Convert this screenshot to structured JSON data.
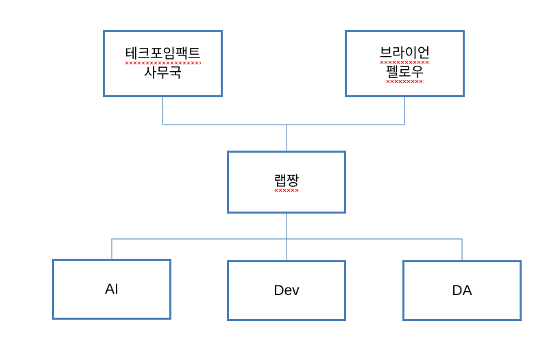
{
  "diagram": {
    "type": "org-chart",
    "background_color": "#ffffff",
    "box_border_color": "#4a7ebb",
    "box_fill_color": "#ffffff",
    "connector_color": "#4a7ebb",
    "text_color": "#000000",
    "spellcheck_underline_color": "#e03030",
    "nodes": [
      {
        "id": "office",
        "label_line1": "테크포임팩트",
        "label_line2": "사무국",
        "level": "top",
        "misspelled_line1": true,
        "misspelled_line2": false
      },
      {
        "id": "fellow",
        "label_line1": "브라이언",
        "label_line2": "펠로우",
        "level": "top",
        "misspelled_line1": true,
        "misspelled_line2": true
      },
      {
        "id": "lab-lead",
        "label_line1": "랩짱",
        "label_line2": "",
        "level": "middle",
        "misspelled_line1": true,
        "misspelled_line2": false
      },
      {
        "id": "ai",
        "label_line1": "AI",
        "label_line2": "",
        "level": "bottom",
        "misspelled_line1": false,
        "misspelled_line2": false
      },
      {
        "id": "dev",
        "label_line1": "Dev",
        "label_line2": "",
        "level": "bottom",
        "misspelled_line1": false,
        "misspelled_line2": false
      },
      {
        "id": "da",
        "label_line1": "DA",
        "label_line2": "",
        "level": "bottom",
        "misspelled_line1": false,
        "misspelled_line2": false
      }
    ],
    "edges": [
      {
        "from": "office",
        "to": "lab-lead"
      },
      {
        "from": "fellow",
        "to": "lab-lead"
      },
      {
        "from": "lab-lead",
        "to": "ai"
      },
      {
        "from": "lab-lead",
        "to": "dev"
      },
      {
        "from": "lab-lead",
        "to": "da"
      }
    ]
  }
}
